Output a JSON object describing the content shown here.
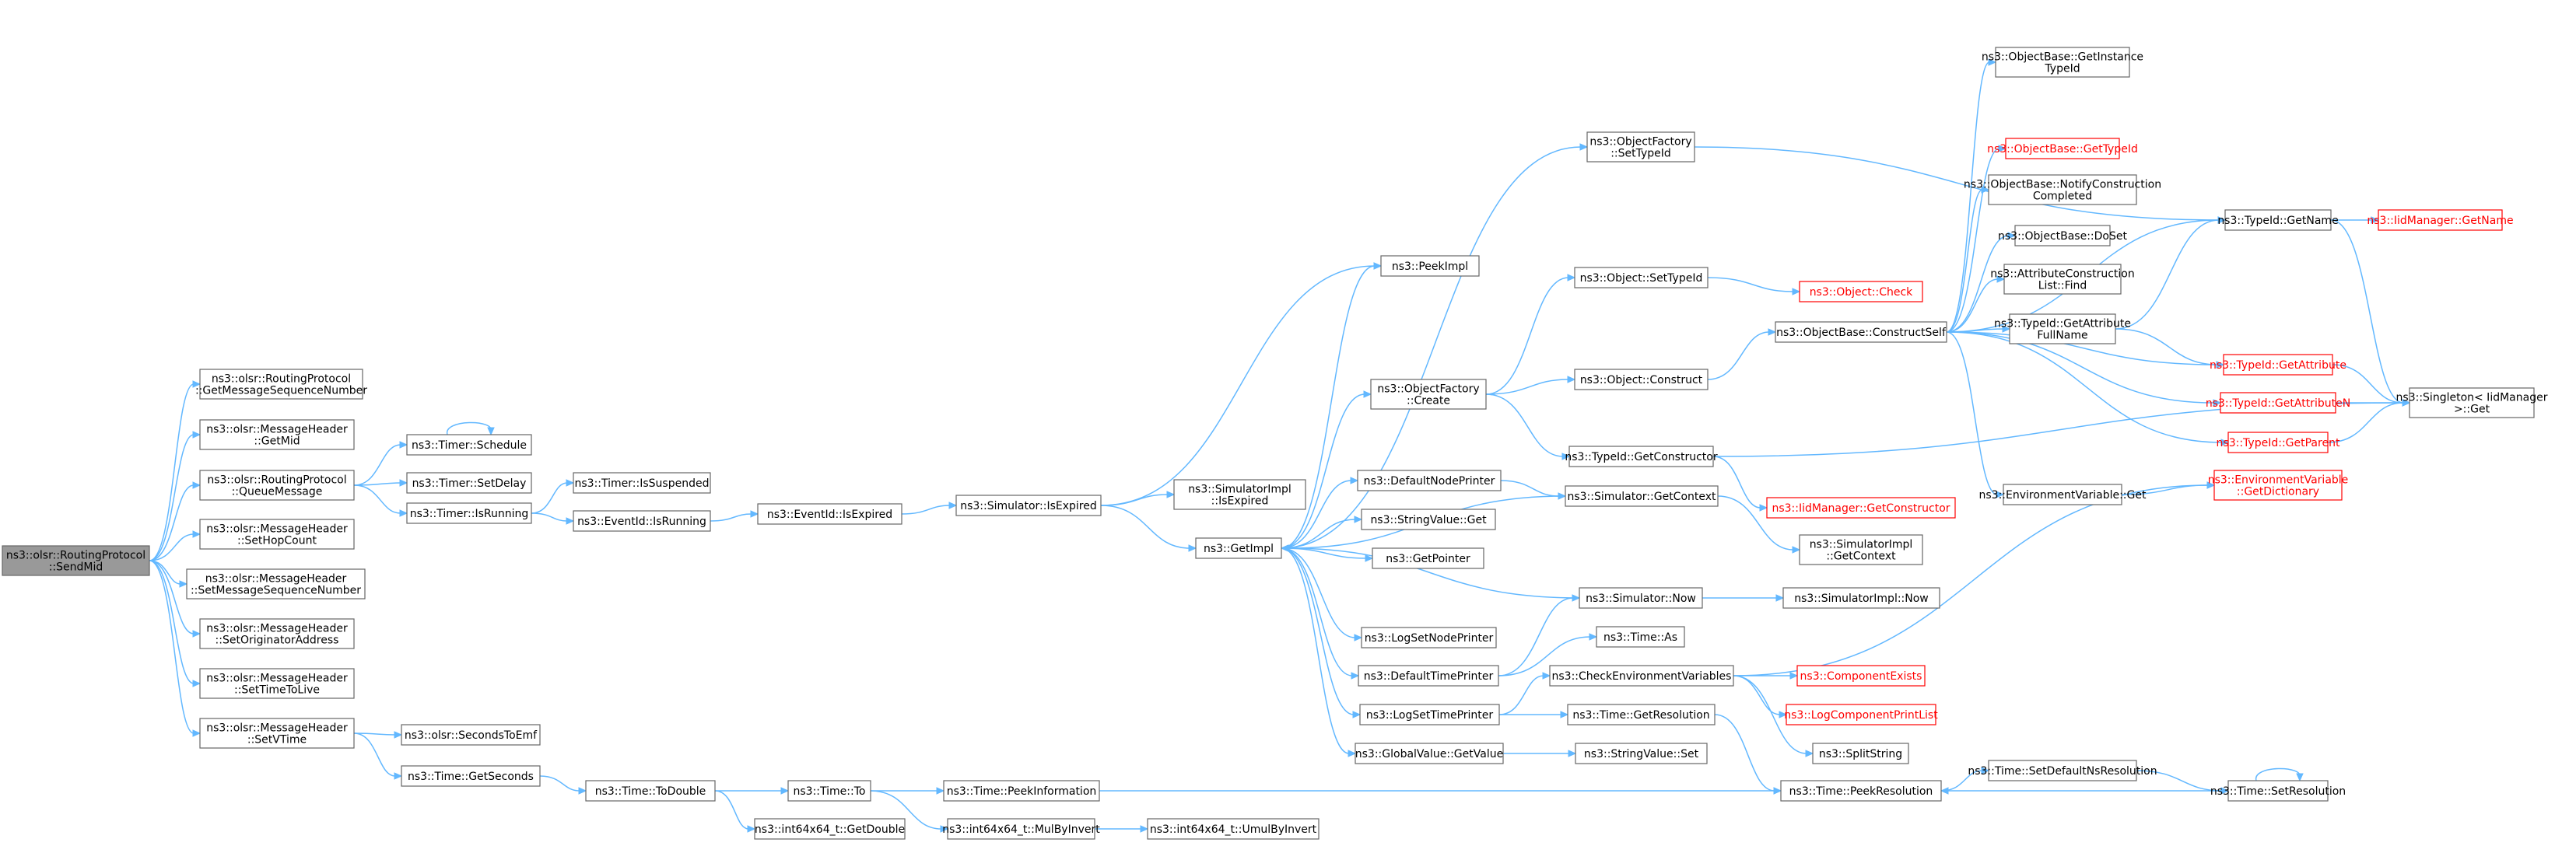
{
  "graph": {
    "nodes": [
      {
        "id": "n0",
        "lines": [
          "ns3::olsr::RoutingProtocol",
          "::SendMid"
        ],
        "style": "root"
      },
      {
        "id": "n1",
        "lines": [
          "ns3::olsr::RoutingProtocol",
          "::GetMessageSequenceNumber"
        ],
        "style": "normal"
      },
      {
        "id": "n2",
        "lines": [
          "ns3::olsr::MessageHeader",
          "::GetMid"
        ],
        "style": "normal"
      },
      {
        "id": "n3",
        "lines": [
          "ns3::olsr::RoutingProtocol",
          "::QueueMessage"
        ],
        "style": "normal"
      },
      {
        "id": "n4",
        "lines": [
          "ns3::olsr::MessageHeader",
          "::SetHopCount"
        ],
        "style": "normal"
      },
      {
        "id": "n5",
        "lines": [
          "ns3::olsr::MessageHeader",
          "::SetMessageSequenceNumber"
        ],
        "style": "normal"
      },
      {
        "id": "n6",
        "lines": [
          "ns3::olsr::MessageHeader",
          "::SetOriginatorAddress"
        ],
        "style": "normal"
      },
      {
        "id": "n7",
        "lines": [
          "ns3::olsr::MessageHeader",
          "::SetTimeToLive"
        ],
        "style": "normal"
      },
      {
        "id": "n8",
        "lines": [
          "ns3::olsr::MessageHeader",
          "::SetVTime"
        ],
        "style": "normal"
      },
      {
        "id": "n9",
        "lines": [
          "ns3::Timer::Schedule"
        ],
        "style": "normal"
      },
      {
        "id": "n10",
        "lines": [
          "ns3::Timer::SetDelay"
        ],
        "style": "normal"
      },
      {
        "id": "n11",
        "lines": [
          "ns3::Timer::IsRunning"
        ],
        "style": "normal"
      },
      {
        "id": "n12",
        "lines": [
          "ns3::olsr::SecondsToEmf"
        ],
        "style": "normal"
      },
      {
        "id": "n13",
        "lines": [
          "ns3::Time::GetSeconds"
        ],
        "style": "normal"
      },
      {
        "id": "n14",
        "lines": [
          "ns3::Timer::IsSuspended"
        ],
        "style": "normal"
      },
      {
        "id": "n15",
        "lines": [
          "ns3::EventId::IsRunning"
        ],
        "style": "normal"
      },
      {
        "id": "n16",
        "lines": [
          "ns3::Time::ToDouble"
        ],
        "style": "normal"
      },
      {
        "id": "n17",
        "lines": [
          "ns3::EventId::IsExpired"
        ],
        "style": "normal"
      },
      {
        "id": "n18",
        "lines": [
          "ns3::int64x64_t::GetDouble"
        ],
        "style": "normal"
      },
      {
        "id": "n19",
        "lines": [
          "ns3::Time::To"
        ],
        "style": "normal"
      },
      {
        "id": "n20",
        "lines": [
          "ns3::Simulator::IsExpired"
        ],
        "style": "normal"
      },
      {
        "id": "n21",
        "lines": [
          "ns3::Time::PeekInformation"
        ],
        "style": "normal"
      },
      {
        "id": "n22",
        "lines": [
          "ns3::int64x64_t::MulByInvert"
        ],
        "style": "normal"
      },
      {
        "id": "n23",
        "lines": [
          "ns3::int64x64_t::UmulByInvert"
        ],
        "style": "normal"
      },
      {
        "id": "n24",
        "lines": [
          "ns3::SimulatorImpl",
          "::IsExpired"
        ],
        "style": "normal"
      },
      {
        "id": "n25",
        "lines": [
          "ns3::GetImpl"
        ],
        "style": "normal"
      },
      {
        "id": "n26",
        "lines": [
          "ns3::PeekImpl"
        ],
        "style": "normal"
      },
      {
        "id": "n27",
        "lines": [
          "ns3::ObjectFactory",
          "::Create"
        ],
        "style": "normal"
      },
      {
        "id": "n28",
        "lines": [
          "ns3::DefaultNodePrinter"
        ],
        "style": "normal"
      },
      {
        "id": "n29",
        "lines": [
          "ns3::StringValue::Get"
        ],
        "style": "normal"
      },
      {
        "id": "n30",
        "lines": [
          "ns3::GetPointer"
        ],
        "style": "normal"
      },
      {
        "id": "n31",
        "lines": [
          "ns3::LogSetNodePrinter"
        ],
        "style": "normal"
      },
      {
        "id": "n32",
        "lines": [
          "ns3::DefaultTimePrinter"
        ],
        "style": "normal"
      },
      {
        "id": "n33",
        "lines": [
          "ns3::LogSetTimePrinter"
        ],
        "style": "normal"
      },
      {
        "id": "n34",
        "lines": [
          "ns3::GlobalValue::GetValue"
        ],
        "style": "normal"
      },
      {
        "id": "n35",
        "lines": [
          "ns3::ObjectFactory",
          "::SetTypeId"
        ],
        "style": "normal"
      },
      {
        "id": "n36",
        "lines": [
          "ns3::Object::SetTypeId"
        ],
        "style": "normal"
      },
      {
        "id": "n37",
        "lines": [
          "ns3::Object::Construct"
        ],
        "style": "normal"
      },
      {
        "id": "n38",
        "lines": [
          "ns3::TypeId::GetConstructor"
        ],
        "style": "normal"
      },
      {
        "id": "n39",
        "lines": [
          "ns3::Simulator::GetContext"
        ],
        "style": "normal"
      },
      {
        "id": "n40",
        "lines": [
          "ns3::Simulator::Now"
        ],
        "style": "normal"
      },
      {
        "id": "n41",
        "lines": [
          "ns3::Time::As"
        ],
        "style": "normal"
      },
      {
        "id": "n42",
        "lines": [
          "ns3::CheckEnvironmentVariables"
        ],
        "style": "normal"
      },
      {
        "id": "n43",
        "lines": [
          "ns3::Time::GetResolution"
        ],
        "style": "normal"
      },
      {
        "id": "n44",
        "lines": [
          "ns3::StringValue::Set"
        ],
        "style": "normal"
      },
      {
        "id": "n45",
        "lines": [
          "ns3::Object::Check"
        ],
        "style": "red"
      },
      {
        "id": "n46",
        "lines": [
          "ns3::ObjectBase::ConstructSelf"
        ],
        "style": "normal"
      },
      {
        "id": "n47",
        "lines": [
          "ns3::IidManager::GetConstructor"
        ],
        "style": "red"
      },
      {
        "id": "n48",
        "lines": [
          "ns3::SimulatorImpl",
          "::GetContext"
        ],
        "style": "normal"
      },
      {
        "id": "n49",
        "lines": [
          "ns3::SimulatorImpl::Now"
        ],
        "style": "normal"
      },
      {
        "id": "n50",
        "lines": [
          "ns3::ComponentExists"
        ],
        "style": "red"
      },
      {
        "id": "n51",
        "lines": [
          "ns3::LogComponentPrintList"
        ],
        "style": "red"
      },
      {
        "id": "n52",
        "lines": [
          "ns3::SplitString"
        ],
        "style": "normal"
      },
      {
        "id": "n53",
        "lines": [
          "ns3::Time::PeekResolution"
        ],
        "style": "normal"
      },
      {
        "id": "n54",
        "lines": [
          "ns3::ObjectBase::GetInstance",
          "TypeId"
        ],
        "style": "normal"
      },
      {
        "id": "n55",
        "lines": [
          "ns3::ObjectBase::GetTypeId"
        ],
        "style": "red"
      },
      {
        "id": "n56",
        "lines": [
          "ns3::ObjectBase::NotifyConstruction",
          "Completed"
        ],
        "style": "normal"
      },
      {
        "id": "n57",
        "lines": [
          "ns3::ObjectBase::DoSet"
        ],
        "style": "normal"
      },
      {
        "id": "n58",
        "lines": [
          "ns3::AttributeConstruction",
          "List::Find"
        ],
        "style": "normal"
      },
      {
        "id": "n59",
        "lines": [
          "ns3::TypeId::GetAttribute",
          "FullName"
        ],
        "style": "normal"
      },
      {
        "id": "n60",
        "lines": [
          "ns3::EnvironmentVariable::Get"
        ],
        "style": "normal"
      },
      {
        "id": "n61",
        "lines": [
          "ns3::Time::SetDefaultNsResolution"
        ],
        "style": "normal"
      },
      {
        "id": "n62",
        "lines": [
          "ns3::TypeId::GetName"
        ],
        "style": "normal"
      },
      {
        "id": "n63",
        "lines": [
          "ns3::TypeId::GetAttribute"
        ],
        "style": "red"
      },
      {
        "id": "n64",
        "lines": [
          "ns3::TypeId::GetAttributeN"
        ],
        "style": "red"
      },
      {
        "id": "n65",
        "lines": [
          "ns3::TypeId::GetParent"
        ],
        "style": "red"
      },
      {
        "id": "n66",
        "lines": [
          "ns3::EnvironmentVariable",
          "::GetDictionary"
        ],
        "style": "red"
      },
      {
        "id": "n67",
        "lines": [
          "ns3::Time::SetResolution"
        ],
        "style": "normal"
      },
      {
        "id": "n68",
        "lines": [
          "ns3::IidManager::GetName"
        ],
        "style": "red"
      },
      {
        "id": "n69",
        "lines": [
          "ns3::Singleton< IidManager",
          ">::Get"
        ],
        "style": "normal"
      }
    ],
    "edges": [
      [
        "n0",
        "n1"
      ],
      [
        "n0",
        "n2"
      ],
      [
        "n0",
        "n3"
      ],
      [
        "n0",
        "n4"
      ],
      [
        "n0",
        "n5"
      ],
      [
        "n0",
        "n6"
      ],
      [
        "n0",
        "n7"
      ],
      [
        "n0",
        "n8"
      ],
      [
        "n3",
        "n9"
      ],
      [
        "n3",
        "n10"
      ],
      [
        "n3",
        "n11"
      ],
      [
        "n9",
        "n9"
      ],
      [
        "n8",
        "n12"
      ],
      [
        "n8",
        "n13"
      ],
      [
        "n11",
        "n14"
      ],
      [
        "n11",
        "n15"
      ],
      [
        "n15",
        "n17"
      ],
      [
        "n13",
        "n16"
      ],
      [
        "n16",
        "n18"
      ],
      [
        "n16",
        "n19"
      ],
      [
        "n17",
        "n20"
      ],
      [
        "n19",
        "n21"
      ],
      [
        "n19",
        "n22"
      ],
      [
        "n22",
        "n23"
      ],
      [
        "n20",
        "n24"
      ],
      [
        "n20",
        "n25"
      ],
      [
        "n20",
        "n26"
      ],
      [
        "n25",
        "n26"
      ],
      [
        "n25",
        "n27"
      ],
      [
        "n25",
        "n28"
      ],
      [
        "n25",
        "n29"
      ],
      [
        "n25",
        "n30"
      ],
      [
        "n25",
        "n31"
      ],
      [
        "n25",
        "n32"
      ],
      [
        "n25",
        "n33"
      ],
      [
        "n25",
        "n34"
      ],
      [
        "n25",
        "n35"
      ],
      [
        "n39",
        "n25"
      ],
      [
        "n40",
        "n25"
      ],
      [
        "n27",
        "n36"
      ],
      [
        "n27",
        "n37"
      ],
      [
        "n27",
        "n38"
      ],
      [
        "n28",
        "n39"
      ],
      [
        "n32",
        "n40"
      ],
      [
        "n32",
        "n41"
      ],
      [
        "n33",
        "n42"
      ],
      [
        "n33",
        "n43"
      ],
      [
        "n34",
        "n44"
      ],
      [
        "n21",
        "n53"
      ],
      [
        "n43",
        "n53"
      ],
      [
        "n36",
        "n45"
      ],
      [
        "n37",
        "n46"
      ],
      [
        "n38",
        "n47"
      ],
      [
        "n38",
        "n69"
      ],
      [
        "n39",
        "n48"
      ],
      [
        "n40",
        "n49"
      ],
      [
        "n42",
        "n50"
      ],
      [
        "n42",
        "n51"
      ],
      [
        "n42",
        "n52"
      ],
      [
        "n42",
        "n66"
      ],
      [
        "n35",
        "n62"
      ],
      [
        "n46",
        "n54"
      ],
      [
        "n46",
        "n55"
      ],
      [
        "n46",
        "n56"
      ],
      [
        "n46",
        "n57"
      ],
      [
        "n46",
        "n58"
      ],
      [
        "n46",
        "n59"
      ],
      [
        "n46",
        "n60"
      ],
      [
        "n46",
        "n62"
      ],
      [
        "n46",
        "n63"
      ],
      [
        "n46",
        "n64"
      ],
      [
        "n46",
        "n65"
      ],
      [
        "n59",
        "n62"
      ],
      [
        "n59",
        "n63"
      ],
      [
        "n60",
        "n66"
      ],
      [
        "n53",
        "n61"
      ],
      [
        "n61",
        "n67"
      ],
      [
        "n67",
        "n53"
      ],
      [
        "n67",
        "n67"
      ],
      [
        "n62",
        "n68"
      ],
      [
        "n62",
        "n69"
      ],
      [
        "n63",
        "n69"
      ],
      [
        "n64",
        "n69"
      ],
      [
        "n65",
        "n69"
      ]
    ]
  }
}
